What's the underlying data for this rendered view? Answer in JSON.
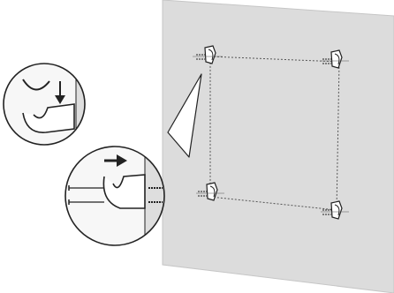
{
  "diagram": {
    "colors": {
      "background": "#ffffff",
      "wall": "#dcdcdc",
      "wall_edge": "#c6c6c6",
      "detail_bg": "#f7f7f7",
      "detail_wall": "#dedede",
      "line": "#222222",
      "guide": "#555555"
    },
    "brackets": [
      "top-left",
      "top-right",
      "bottom-left",
      "bottom-right"
    ],
    "callouts": [
      {
        "name": "upper-detail",
        "arrow": "down"
      },
      {
        "name": "lower-detail",
        "arrow": "right"
      }
    ]
  }
}
